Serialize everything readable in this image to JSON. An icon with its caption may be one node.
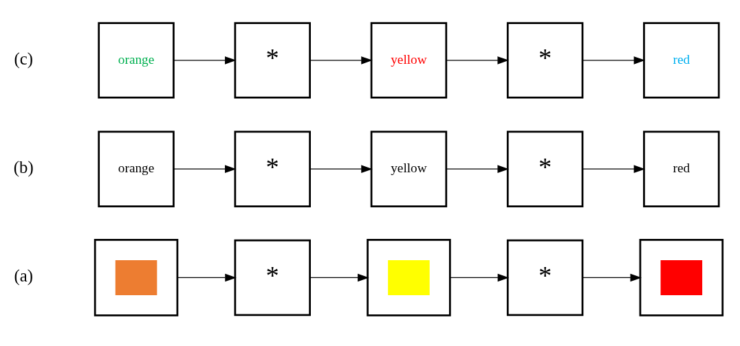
{
  "diagram": {
    "nodes": [
      {
        "text": [],
        "shape": "box"
      },
      {
        "text": [],
        "shape": "box",
        "in": 0
      },
      {
        "text": [
          "*"
        ]
      },
      {
        "text": [],
        "shape": "box"
      },
      {
        "text": [],
        "shape": "box",
        "in": 3
      },
      {
        "text": [
          "*"
        ]
      },
      {
        "text": [],
        "shape": "box"
      },
      {
        "text": [],
        "shape": "box",
        "in": 6
      },
      {
        "text": [
          "orange"
        ]
      },
      {
        "text": [
          "*"
        ]
      },
      {
        "text": [
          "yellow"
        ]
      },
      {
        "text": [
          "*"
        ]
      },
      {
        "text": [
          "red"
        ]
      },
      {
        "text": [
          "orange"
        ]
      },
      {
        "text": [
          "*"
        ]
      },
      {
        "text": [
          "yellow"
        ]
      },
      {
        "text": [
          "*"
        ]
      },
      {
        "text": [
          "red"
        ]
      }
    ],
    "edges": [
      {
        "from": 0,
        "to": 2,
        "arrow": "to"
      },
      {
        "from": 2,
        "to": 3,
        "arrow": "to"
      },
      {
        "from": 3,
        "to": 5,
        "arrow": "to"
      },
      {
        "from": 5,
        "to": 6,
        "arrow": "to"
      },
      {
        "from": 8,
        "to": 9,
        "arrow": "to"
      },
      {
        "from": 9,
        "to": 10,
        "arrow": "to"
      },
      {
        "from": 10,
        "to": 11,
        "arrow": "to"
      },
      {
        "from": 11,
        "to": 12,
        "arrow": "to"
      },
      {
        "from": 13,
        "to": 14,
        "arrow": "to"
      },
      {
        "from": 14,
        "to": 15,
        "arrow": "to"
      },
      {
        "from": 15,
        "to": 16,
        "arrow": "to"
      },
      {
        "from": 16,
        "to": 17,
        "arrow": "to"
      }
    ],
    "labels": [
      "(a)",
      "(b)",
      "(c)"
    ]
  }
}
